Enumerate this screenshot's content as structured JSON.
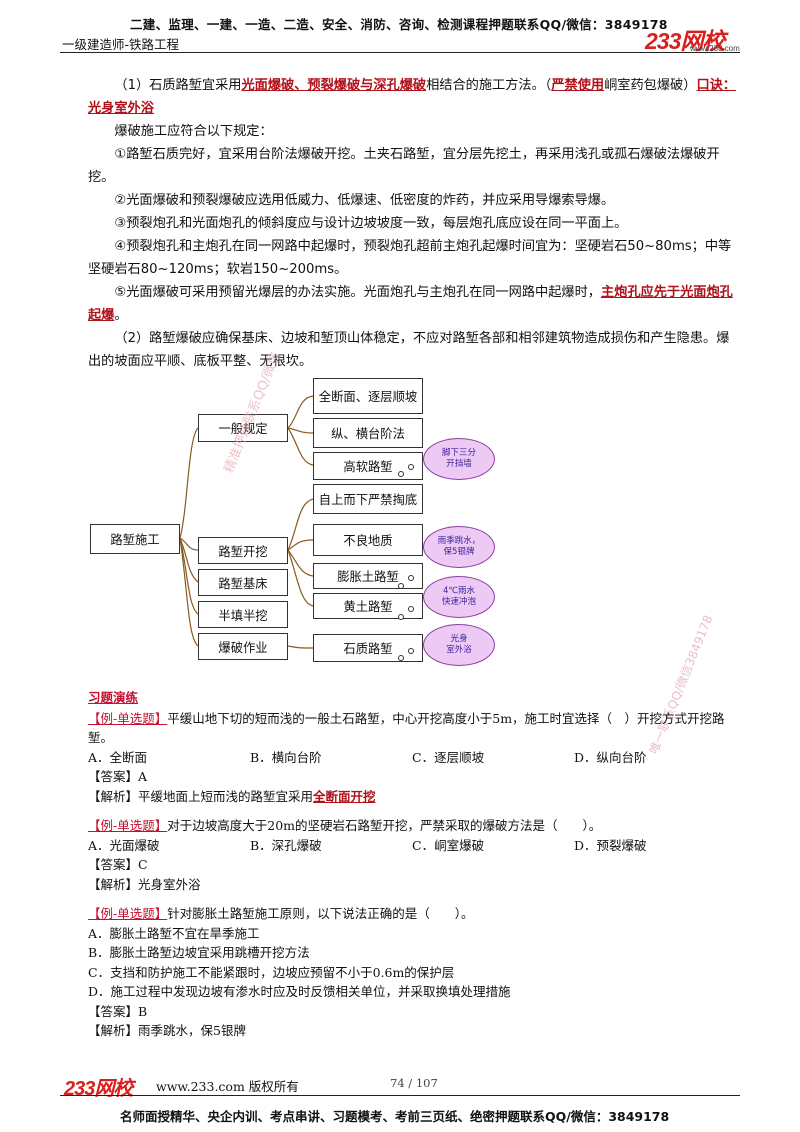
{
  "header": {
    "top_line": "二建、监理、一建、一造、二造、安全、消防、咨询、检测课程押题联系QQ/微信：3849178",
    "subtitle": "一级建造师-铁路工程",
    "logo": "233网校",
    "logo_url": "www.233.com"
  },
  "content": {
    "p1_a": "（1）石质路堑宜采用",
    "p1_b": "光面爆破、预裂爆破与深孔爆破",
    "p1_c": "相结合的施工方法。（",
    "p1_d": "严禁使用",
    "p1_e": "峒室药包爆破）",
    "p1_f": "口诀：光身室外浴",
    "p2": "爆破施工应符合以下规定：",
    "rule1": "①路堑石质完好，宜采用台阶法爆破开挖。土夹石路堑，宜分层先挖土，再采用浅孔或孤石爆破法爆破开挖。",
    "rule2": "②光面爆破和预裂爆破应选用低威力、低爆速、低密度的炸药，并应采用导爆索导爆。",
    "rule3": "③预裂炮孔和光面炮孔的倾斜度应与设计边坡坡度一致，每层炮孔底应设在同一平面上。",
    "rule4": "④预裂炮孔和主炮孔在同一网路中起爆时，预裂炮孔超前主炮孔起爆时间宜为：坚硬岩石50~80ms；中等坚硬岩石80~120ms；软岩150~200ms。",
    "rule5_a": "⑤光面爆破可采用预留光爆层的办法实施。光面炮孔与主炮孔在同一网路中起爆时，",
    "rule5_b": "主炮孔应先于光面炮孔起爆",
    "rule5_c": "。",
    "p3": "（2）路堑爆破应确保基床、边坡和堑顶山体稳定，不应对路堑各部和相邻建筑物造成损伤和产生隐患。爆出的坡面应平顺、底板平整、无根坎。"
  },
  "diagram": {
    "root": "路堑施工",
    "branches": [
      "一般规定",
      "路堑开挖",
      "路堑基床",
      "半填半挖",
      "爆破作业"
    ],
    "leaves": [
      "全断面、逐层顺坡",
      "纵、横台阶法",
      "高软路堑",
      "自上而下严禁掏底",
      "不良地质",
      "膨胀土路堑",
      "黄土路堑",
      "石质路堑"
    ],
    "notes": [
      {
        "line1": "脚下三分",
        "line2": "开挡墙"
      },
      {
        "line1": "雨季跳水，",
        "line2": "保5银牌"
      },
      {
        "line1": "4℃雨水",
        "line2": "快速冲泡"
      },
      {
        "line1": "光身",
        "line2": "室外浴"
      }
    ],
    "watermark": "精准押题联系QQ/微信",
    "colors": {
      "note_fill": "#eccaf3",
      "note_border": "#8e3ea2",
      "note_text": "#3d1e9e",
      "connector": "#8a5a20"
    }
  },
  "watermark_right": "唯一联系QQ/微信3849178",
  "exercises": {
    "heading": "习题演练",
    "q1": {
      "tag": "【例-单选题】",
      "stem": "平缓山地下切的短而浅的一般土石路堑，中心开挖高度小于5m，施工时宜选择（　）开挖方式开挖路堑。",
      "options": [
        "A．全断面",
        "B．横向台阶",
        "C．逐层顺坡",
        "D．纵向台阶"
      ],
      "answer": "【答案】A",
      "analysis_a": "【解析】平缓地面上短而浅的路堑宜采用",
      "analysis_b": "全断面开挖"
    },
    "q2": {
      "tag": "【例-单选题】",
      "stem": "对于边坡高度大于20m的坚硬岩石路堑开挖，严禁采取的爆破方法是（　　）。",
      "options": [
        "A．光面爆破",
        "B．深孔爆破",
        "C．峒室爆破",
        "D．预裂爆破"
      ],
      "answer": "【答案】C",
      "analysis": "【解析】光身室外浴"
    },
    "q3": {
      "tag": "【例-单选题】",
      "stem": "针对膨胀土路堑施工原则，以下说法正确的是（　　）。",
      "options": [
        "A．膨胀土路堑不宜在旱季施工",
        "B．膨胀土路堑边坡宜采用跳槽开挖方法",
        "C．支挡和防护施工不能紧跟时，边坡应预留不小于0.6m的保护层",
        "D．施工过程中发现边坡有渗水时应及时反馈相关单位，并采取换填处理措施"
      ],
      "answer": "【答案】B",
      "analysis": "【解析】雨季跳水，保5银牌"
    }
  },
  "footer": {
    "logo": "233网校",
    "site": "www.233.com  版权所有",
    "page": "74 / 107",
    "bottom_line": "名师面授精华、央企内训、考点串讲、习题模考、考前三页纸、绝密押题联系QQ/微信：3849178"
  }
}
